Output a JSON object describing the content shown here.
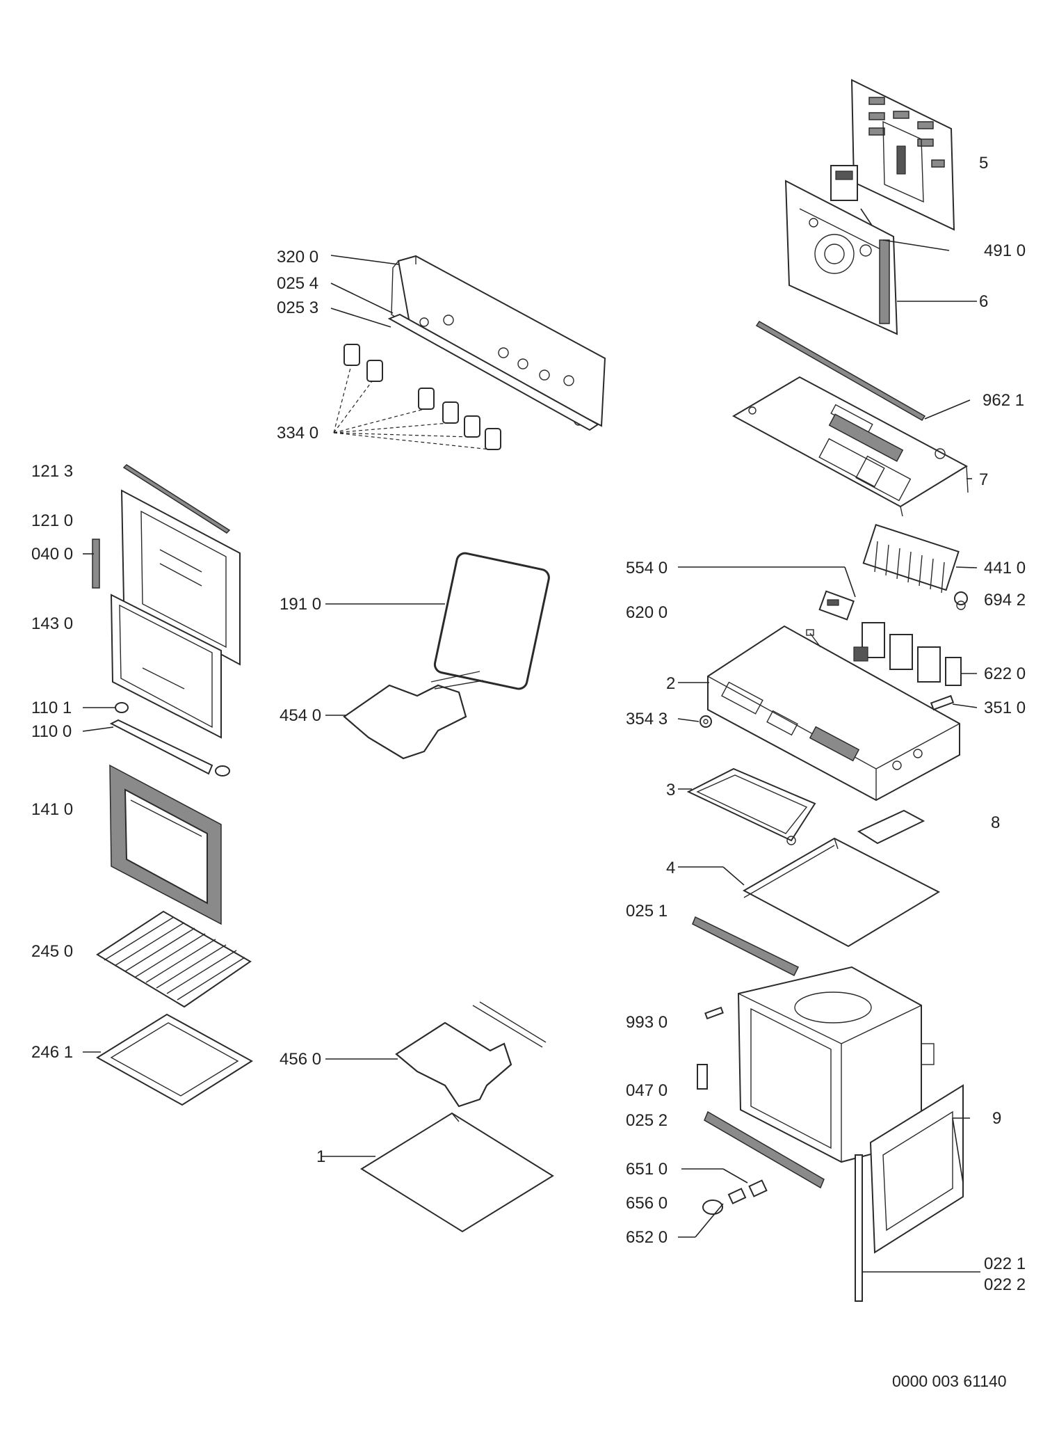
{
  "callouts": {
    "c3200": "320 0",
    "c0254": "025 4",
    "c0253": "025 3",
    "c3340": "334 0",
    "c1213": "121 3",
    "c1210": "121 0",
    "c0400": "040 0",
    "c1430": "143 0",
    "c1101": "110 1",
    "c1100": "110 0",
    "c1410": "141 0",
    "c2450": "245 0",
    "c2461": "246 1",
    "c1910": "191 0",
    "c4540": "454 0",
    "c4560": "456 0",
    "c1": "1",
    "c5": "5",
    "c4910": "491 0",
    "c6": "6",
    "c9621": "962 1",
    "c7": "7",
    "c4410": "441 0",
    "c5540": "554 0",
    "c6942": "694 2",
    "c6200": "620 0",
    "c6220": "622 0",
    "c2": "2",
    "c3543": "354 3",
    "c3510": "351 0",
    "c3": "3",
    "c8": "8",
    "c4": "4",
    "c0251": "025 1",
    "c9930": "993 0",
    "c0470": "047 0",
    "c0252": "025 2",
    "c9": "9",
    "c6510": "651 0",
    "c6560": "656 0",
    "c6520": "652 0",
    "c0221": "022 1",
    "c0222": "022 2"
  },
  "document_number": "0000 003 61140"
}
